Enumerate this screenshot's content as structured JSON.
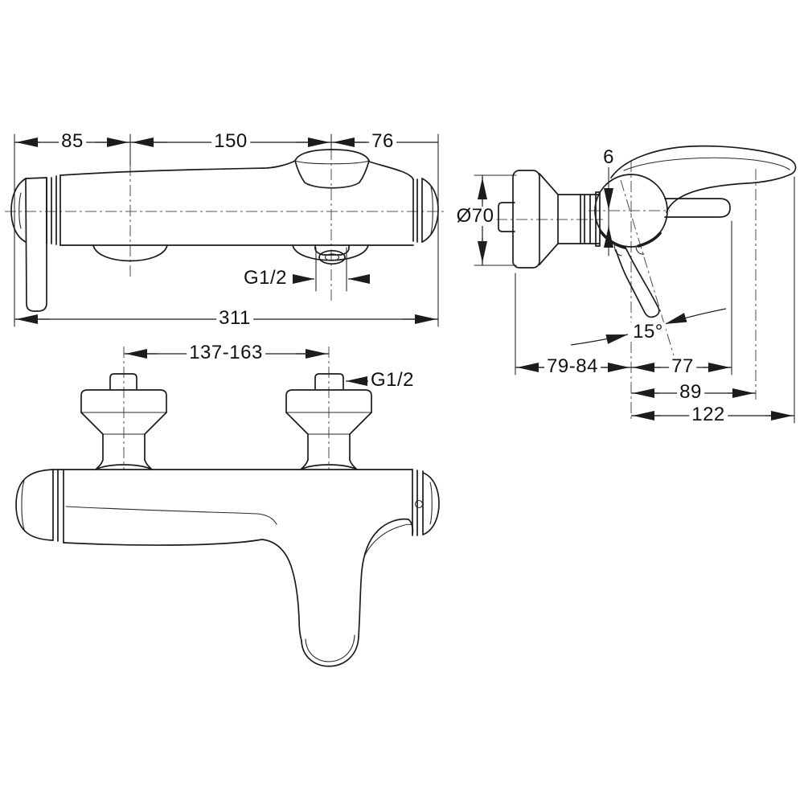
{
  "drawing": {
    "kind": "technical drawing - wall mounted single lever bath/shower mixer, 3 orthographic views",
    "background": "#ffffff",
    "line_color": "#1c1c1c",
    "views": {
      "front_view": {
        "dim_left_segment": "85",
        "dim_mid_segment": "150",
        "dim_right_segment": "76",
        "dim_overall_length": "311",
        "outlet_thread": "G1/2"
      },
      "side_view": {
        "dim_axis_offset": "6",
        "dim_escutcheon_diameter": "Ø70",
        "dim_lever_angle": "15°",
        "dim_wall_depth_range": "79-84",
        "dim_projection_77": "77",
        "dim_projection_89": "89",
        "dim_projection_122": "122"
      },
      "top_view": {
        "dim_inlet_centers_range": "137-163",
        "inlet_thread": "G1/2"
      }
    }
  }
}
